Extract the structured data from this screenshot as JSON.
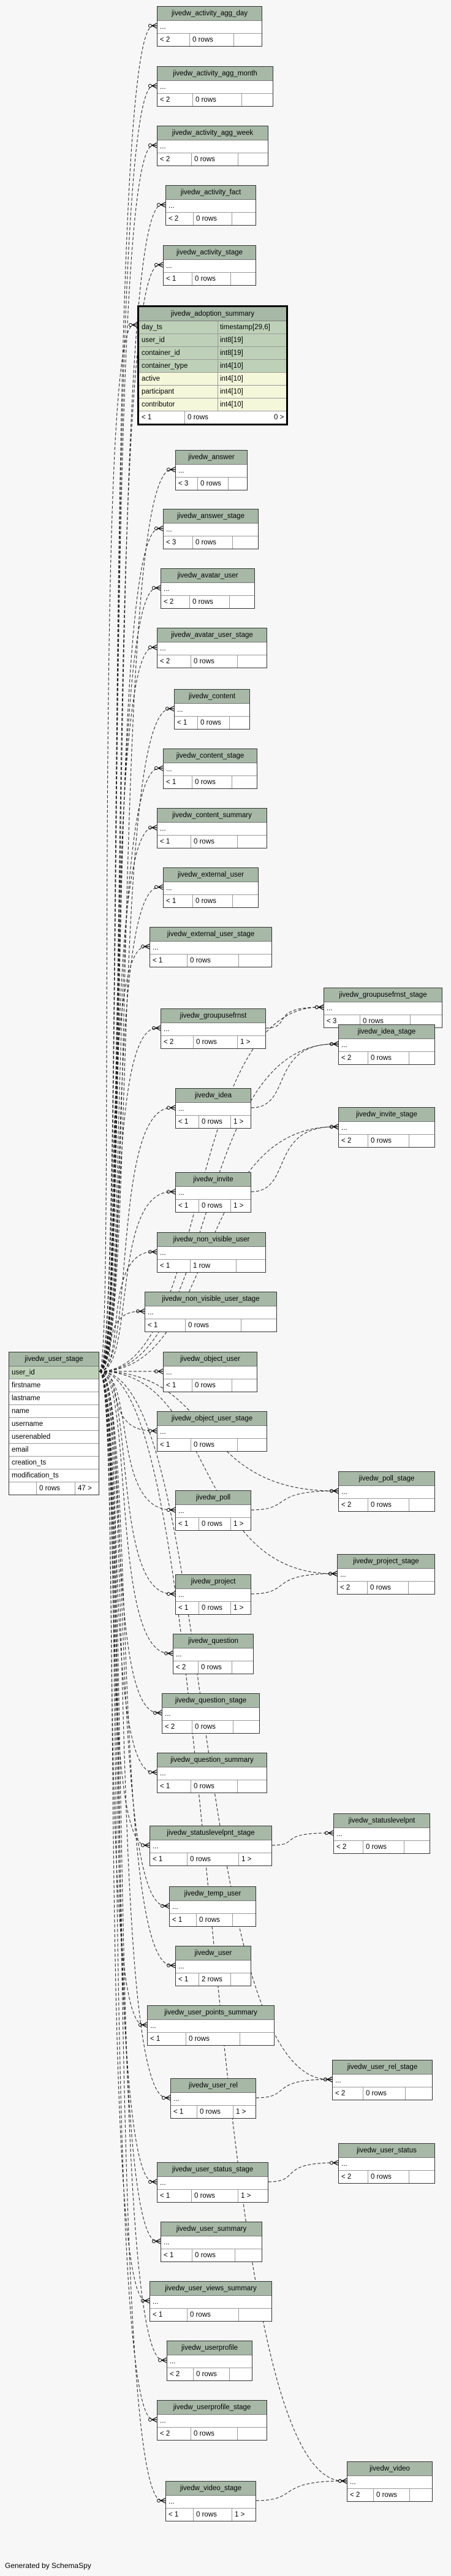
{
  "footer": "Generated by SchemaSpy",
  "tables": [
    {
      "name": "jivedw_activity_agg_day",
      "cols": [
        "..."
      ],
      "p": "< 2",
      "r": "0 rows",
      "c": ""
    },
    {
      "name": "jivedw_activity_agg_month",
      "cols": [
        "..."
      ],
      "p": "< 2",
      "r": "0 rows",
      "c": ""
    },
    {
      "name": "jivedw_activity_agg_week",
      "cols": [
        "..."
      ],
      "p": "< 2",
      "r": "0 rows",
      "c": ""
    },
    {
      "name": "jivedw_activity_fact",
      "cols": [
        "..."
      ],
      "p": "< 2",
      "r": "0 rows",
      "c": ""
    },
    {
      "name": "jivedw_activity_stage",
      "cols": [
        "..."
      ],
      "p": "< 1",
      "r": "0 rows",
      "c": ""
    },
    {
      "name": "jivedw_adoption_summary",
      "focus": true,
      "cols": [
        {
          "n": "day_ts",
          "t": "timestamp[29,6]",
          "k": "pk"
        },
        {
          "n": "user_id",
          "t": "int8[19]",
          "k": "pk"
        },
        {
          "n": "container_id",
          "t": "int8[19]",
          "k": "pk"
        },
        {
          "n": "container_type",
          "t": "int4[10]",
          "k": "pk"
        },
        {
          "n": "active",
          "t": "int4[10]",
          "k": "fk"
        },
        {
          "n": "participant",
          "t": "int4[10]",
          "k": "fk"
        },
        {
          "n": "contributor",
          "t": "int4[10]",
          "k": "fk"
        }
      ],
      "p": "< 1",
      "r": "0 rows",
      "c": "0 >"
    },
    {
      "name": "jivedw_answer",
      "cols": [
        "..."
      ],
      "p": "< 3",
      "r": "0 rows",
      "c": ""
    },
    {
      "name": "jivedw_answer_stage",
      "cols": [
        "..."
      ],
      "p": "< 3",
      "r": "0 rows",
      "c": ""
    },
    {
      "name": "jivedw_avatar_user",
      "cols": [
        "..."
      ],
      "p": "< 2",
      "r": "0 rows",
      "c": ""
    },
    {
      "name": "jivedw_avatar_user_stage",
      "cols": [
        "..."
      ],
      "p": "< 2",
      "r": "0 rows",
      "c": ""
    },
    {
      "name": "jivedw_content",
      "cols": [
        "..."
      ],
      "p": "< 1",
      "r": "0 rows",
      "c": ""
    },
    {
      "name": "jivedw_content_stage",
      "cols": [
        "..."
      ],
      "p": "< 1",
      "r": "0 rows",
      "c": ""
    },
    {
      "name": "jivedw_content_summary",
      "cols": [
        "..."
      ],
      "p": "< 1",
      "r": "0 rows",
      "c": ""
    },
    {
      "name": "jivedw_external_user",
      "cols": [
        "..."
      ],
      "p": "< 1",
      "r": "0 rows",
      "c": ""
    },
    {
      "name": "jivedw_external_user_stage",
      "cols": [
        "..."
      ],
      "p": "< 1",
      "r": "0 rows",
      "c": ""
    },
    {
      "name": "jivedw_groupusefrnst",
      "cols": [
        "..."
      ],
      "p": "< 2",
      "r": "0 rows",
      "c": "1 >"
    },
    {
      "name": "jivedw_groupusefrnst_stage",
      "cols": [
        "..."
      ],
      "p": "< 3",
      "r": "0 rows",
      "c": ""
    },
    {
      "name": "jivedw_idea",
      "cols": [
        "..."
      ],
      "p": "< 1",
      "r": "0 rows",
      "c": "1 >"
    },
    {
      "name": "jivedw_idea_stage",
      "cols": [
        "..."
      ],
      "p": "< 2",
      "r": "0 rows",
      "c": ""
    },
    {
      "name": "jivedw_invite",
      "cols": [
        "..."
      ],
      "p": "< 1",
      "r": "0 rows",
      "c": "1 >"
    },
    {
      "name": "jivedw_invite_stage",
      "cols": [
        "..."
      ],
      "p": "< 2",
      "r": "0 rows",
      "c": ""
    },
    {
      "name": "jivedw_non_visible_user",
      "cols": [
        "..."
      ],
      "p": "< 1",
      "r": "1 row",
      "c": ""
    },
    {
      "name": "jivedw_non_visible_user_stage",
      "cols": [
        "..."
      ],
      "p": "< 1",
      "r": "0 rows",
      "c": ""
    },
    {
      "name": "jivedw_object_user",
      "cols": [
        "..."
      ],
      "p": "< 1",
      "r": "0 rows",
      "c": ""
    },
    {
      "name": "jivedw_object_user_stage",
      "cols": [
        "..."
      ],
      "p": "< 1",
      "r": "0 rows",
      "c": ""
    },
    {
      "name": "jivedw_user_stage",
      "cols": [
        {
          "n": "user_id",
          "k": "pk"
        },
        {
          "n": "firstname"
        },
        {
          "n": "lastname"
        },
        {
          "n": "name"
        },
        {
          "n": "username"
        },
        {
          "n": "userenabled"
        },
        {
          "n": "email"
        },
        {
          "n": "creation_ts"
        },
        {
          "n": "modification_ts"
        }
      ],
      "p": "",
      "r": "0 rows",
      "c": "47 >"
    },
    {
      "name": "jivedw_poll",
      "cols": [
        "..."
      ],
      "p": "< 1",
      "r": "0 rows",
      "c": "1 >"
    },
    {
      "name": "jivedw_poll_stage",
      "cols": [
        "..."
      ],
      "p": "< 2",
      "r": "0 rows",
      "c": ""
    },
    {
      "name": "jivedw_project",
      "cols": [
        "..."
      ],
      "p": "< 1",
      "r": "0 rows",
      "c": "1 >"
    },
    {
      "name": "jivedw_project_stage",
      "cols": [
        "..."
      ],
      "p": "< 2",
      "r": "0 rows",
      "c": ""
    },
    {
      "name": "jivedw_question",
      "cols": [
        "..."
      ],
      "p": "< 2",
      "r": "0 rows",
      "c": ""
    },
    {
      "name": "jivedw_question_stage",
      "cols": [
        "..."
      ],
      "p": "< 2",
      "r": "0 rows",
      "c": ""
    },
    {
      "name": "jivedw_question_summary",
      "cols": [
        "..."
      ],
      "p": "< 1",
      "r": "0 rows",
      "c": ""
    },
    {
      "name": "jivedw_statuslevelpnt_stage",
      "cols": [
        "..."
      ],
      "p": "< 1",
      "r": "0 rows",
      "c": "1 >"
    },
    {
      "name": "jivedw_statuslevelpnt",
      "cols": [
        "..."
      ],
      "p": "< 2",
      "r": "0 rows",
      "c": ""
    },
    {
      "name": "jivedw_temp_user",
      "cols": [
        "..."
      ],
      "p": "< 1",
      "r": "0 rows",
      "c": ""
    },
    {
      "name": "jivedw_user",
      "cols": [
        "..."
      ],
      "p": "< 1",
      "r": "2 rows",
      "c": ""
    },
    {
      "name": "jivedw_user_points_summary",
      "cols": [
        "..."
      ],
      "p": "< 1",
      "r": "0 rows",
      "c": ""
    },
    {
      "name": "jivedw_user_rel",
      "cols": [
        "..."
      ],
      "p": "< 1",
      "r": "0 rows",
      "c": "1 >"
    },
    {
      "name": "jivedw_user_rel_stage",
      "cols": [
        "..."
      ],
      "p": "< 2",
      "r": "0 rows",
      "c": ""
    },
    {
      "name": "jivedw_user_status_stage",
      "cols": [
        "..."
      ],
      "p": "< 1",
      "r": "0 rows",
      "c": "1 >"
    },
    {
      "name": "jivedw_user_status",
      "cols": [
        "..."
      ],
      "p": "< 2",
      "r": "0 rows",
      "c": ""
    },
    {
      "name": "jivedw_user_summary",
      "cols": [
        "..."
      ],
      "p": "< 1",
      "r": "0 rows",
      "c": ""
    },
    {
      "name": "jivedw_user_views_summary",
      "cols": [
        "..."
      ],
      "p": "< 1",
      "r": "0 rows",
      "c": ""
    },
    {
      "name": "jivedw_userprofile",
      "cols": [
        "..."
      ],
      "p": "< 2",
      "r": "0 rows",
      "c": ""
    },
    {
      "name": "jivedw_userprofile_stage",
      "cols": [
        "..."
      ],
      "p": "< 2",
      "r": "0 rows",
      "c": ""
    },
    {
      "name": "jivedw_video_stage",
      "cols": [
        "..."
      ],
      "p": "< 1",
      "r": "0 rows",
      "c": "1 >"
    },
    {
      "name": "jivedw_video",
      "cols": [
        "..."
      ],
      "p": "< 2",
      "r": "0 rows",
      "c": ""
    }
  ]
}
